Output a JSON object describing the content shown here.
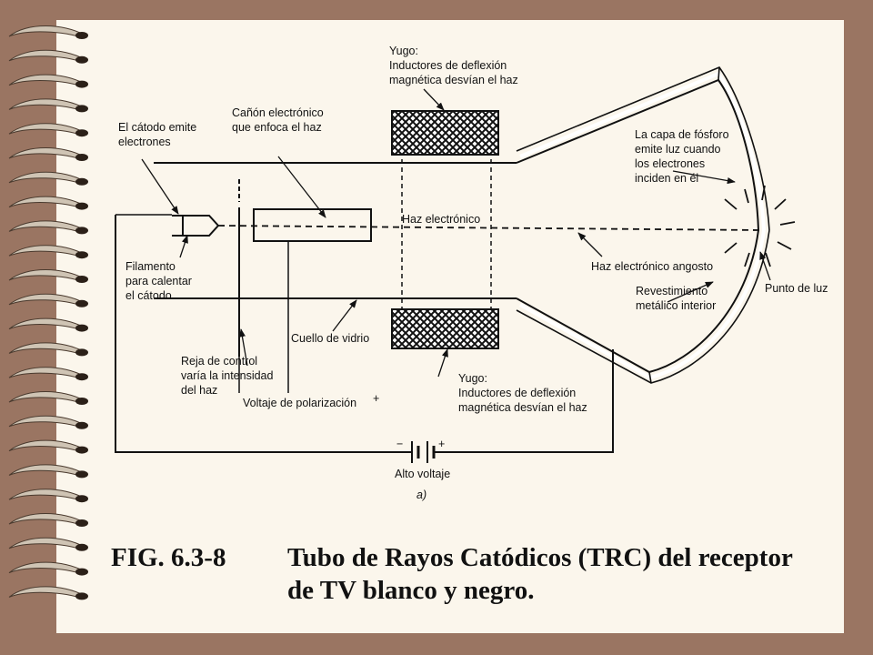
{
  "labels": {
    "yugo_top": [
      "Yugo:",
      "Inductores de deflexión",
      "magnética desvían el haz"
    ],
    "yugo_bottom": [
      "Yugo:",
      "Inductores de deflexión",
      "magnética desvían el haz"
    ],
    "catodo": [
      "El cátodo emite",
      "electrones"
    ],
    "canon": [
      "Cañón electrónico",
      "que enfoca el haz"
    ],
    "haz": "Haz electrónico",
    "fosforo": [
      "La capa de fósforo",
      "emite luz cuando",
      "los electrones",
      "inciden en él"
    ],
    "haz_angosto": "Haz electrónico angosto",
    "filamento": [
      "Filamento",
      "para calentar",
      "el cátodo"
    ],
    "revestimiento": [
      "Revestimiento",
      "metálico interior"
    ],
    "punto": "Punto de luz",
    "cuello": "Cuello de vidrio",
    "reja": [
      "Reja de control",
      "varía la intensidad",
      "del haz"
    ],
    "voltaje_pol": "Voltaje de polarización",
    "plus": "+",
    "minus": "−",
    "alto_voltaje": "Alto voltaje",
    "sub": "a)"
  },
  "caption": {
    "number": "FIG. 6.3-8",
    "text": "Tubo de Rayos Catódicos (TRC) del receptor de TV blanco y negro."
  },
  "colors": {
    "frame": "#9a7562",
    "paper": "#fbf6ec",
    "ink": "#111111",
    "rings": "#cfc4b4"
  }
}
